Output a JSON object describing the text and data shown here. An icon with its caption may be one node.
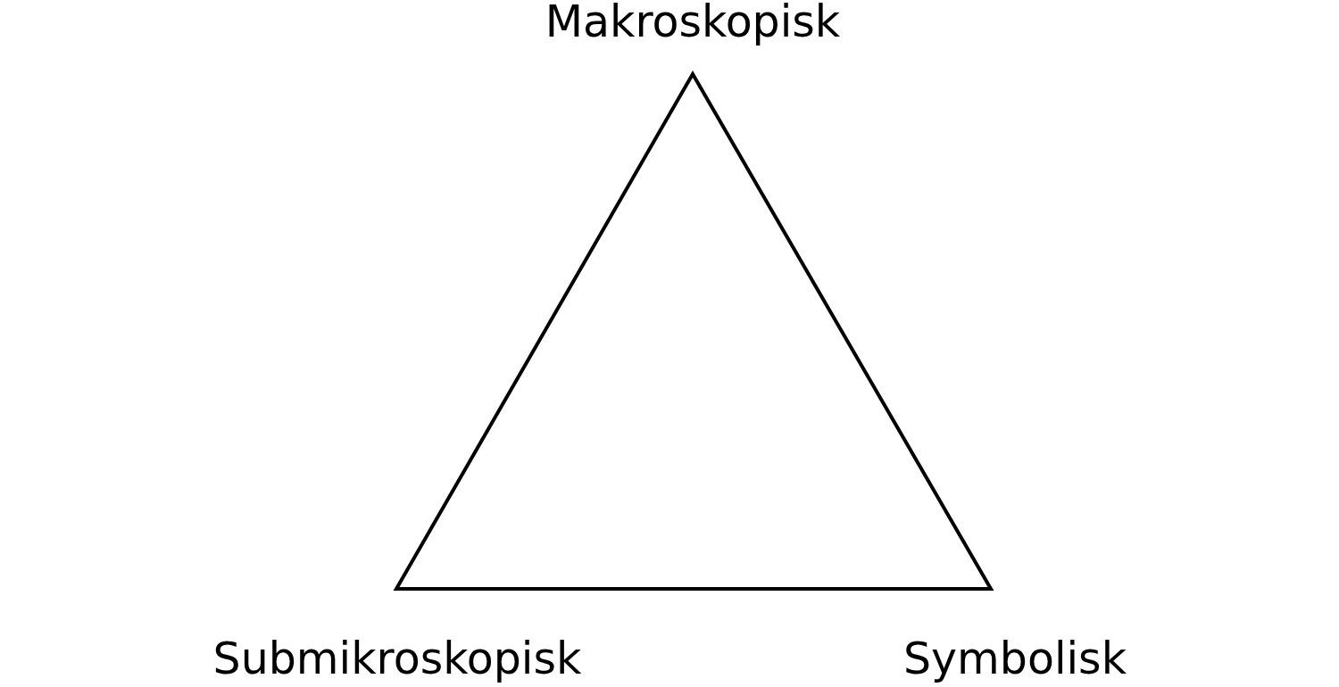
{
  "diagram": {
    "labels": [
      "Makroskopisk",
      "Submikroskopisk",
      "Symbolisk"
    ]
  }
}
